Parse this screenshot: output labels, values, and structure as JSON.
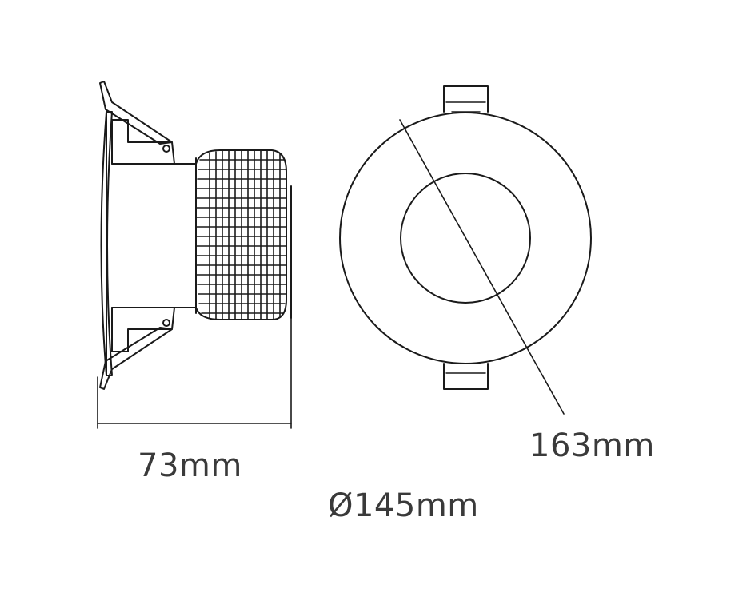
{
  "dimensions": {
    "depth": "73mm",
    "outer_diameter": "163mm",
    "cutout_diameter": "Ø145mm"
  },
  "colors": {
    "line": "#1a1a1a",
    "text": "#3a3a3a",
    "background": "#ffffff"
  }
}
